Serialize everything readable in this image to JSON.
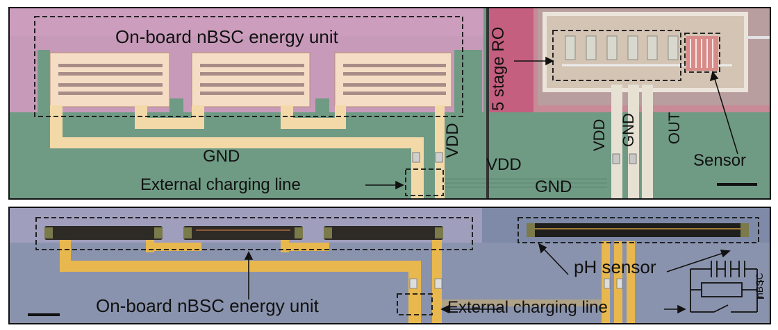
{
  "top_panel": {
    "energy_unit_label": "On-board nBSC energy unit",
    "gnd_label": "GND",
    "vdd_label": "VDD",
    "external_line_label": "External charging line",
    "vdd_mid_label": "VDD",
    "gnd_mid_label": "GND",
    "ro_label": "5 stage RO",
    "vdd_vert_label": "VDD",
    "gnd_vert_label": "GND",
    "out_label": "OUT",
    "sensor_label": "Sensor"
  },
  "bottom_panel": {
    "energy_unit_label": "On-board nBSC energy unit",
    "external_line_label": "External charging line",
    "ph_sensor_label": "pH sensor",
    "nbsc_label": "nBSC"
  },
  "colors": {
    "substrate_green": "#6f9a84",
    "pink_region": "#c79ab9",
    "gold_trace": "#f3d9a8",
    "substrate_bottom": "#8a93ad",
    "gold_bottom": "#e8b84e"
  }
}
